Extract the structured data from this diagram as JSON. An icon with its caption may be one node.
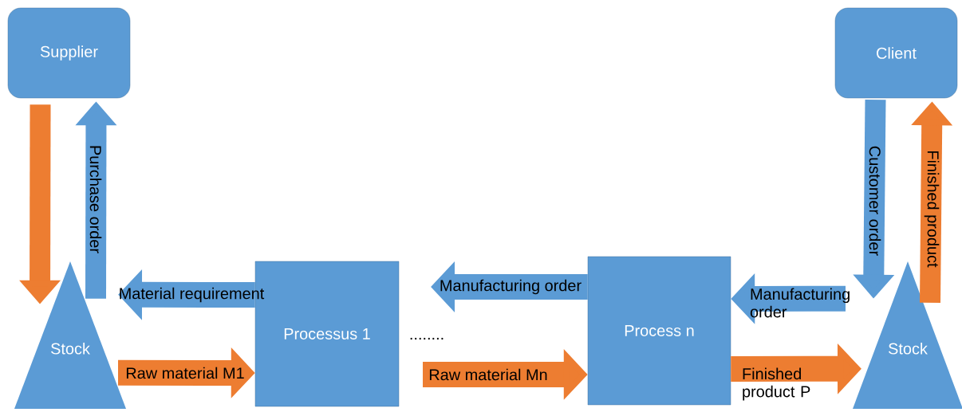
{
  "diagram": {
    "nodes": [
      {
        "text": [
          "Supplier"
        ]
      },
      {
        "text": [
          "Stock"
        ]
      },
      {
        "text": [
          "Processus 1"
        ]
      },
      {
        "text": [
          "Process n"
        ]
      },
      {
        "text": [
          "Client"
        ]
      },
      {
        "text": [
          "Stock"
        ]
      }
    ],
    "edges": [
      {
        "from": 0,
        "to": 1,
        "arrow": "to",
        "color": "#ed7d31"
      },
      {
        "from": 1,
        "to": 0,
        "arrow": "to",
        "label": "Purchase order",
        "color": "#5b9bd5"
      },
      {
        "from": 2,
        "to": 1,
        "arrow": "to",
        "label": "Material requirement",
        "color": "#5b9bd5"
      },
      {
        "from": 1,
        "to": 2,
        "arrow": "to",
        "label": "Raw material M1",
        "color": "#ed7d31"
      },
      {
        "from": 3,
        "to": null,
        "arrow": "to",
        "label": "Manufacturing order",
        "color": "#5b9bd5"
      },
      {
        "from": null,
        "to": 3,
        "arrow": "to",
        "label": "Raw material Mn",
        "color": "#ed7d31"
      },
      {
        "from": 5,
        "to": 3,
        "arrow": "to",
        "label": "Manufacturing order",
        "color": "#5b9bd5"
      },
      {
        "from": 3,
        "to": 5,
        "arrow": "to",
        "label": "Finished product P",
        "color": "#ed7d31"
      },
      {
        "from": 4,
        "to": 5,
        "arrow": "to",
        "label": "Customer order",
        "color": "#5b9bd5"
      },
      {
        "from": 5,
        "to": 4,
        "arrow": "to",
        "label": "Finished product",
        "color": "#ed7d31"
      }
    ],
    "labels": [
      "........"
    ]
  }
}
